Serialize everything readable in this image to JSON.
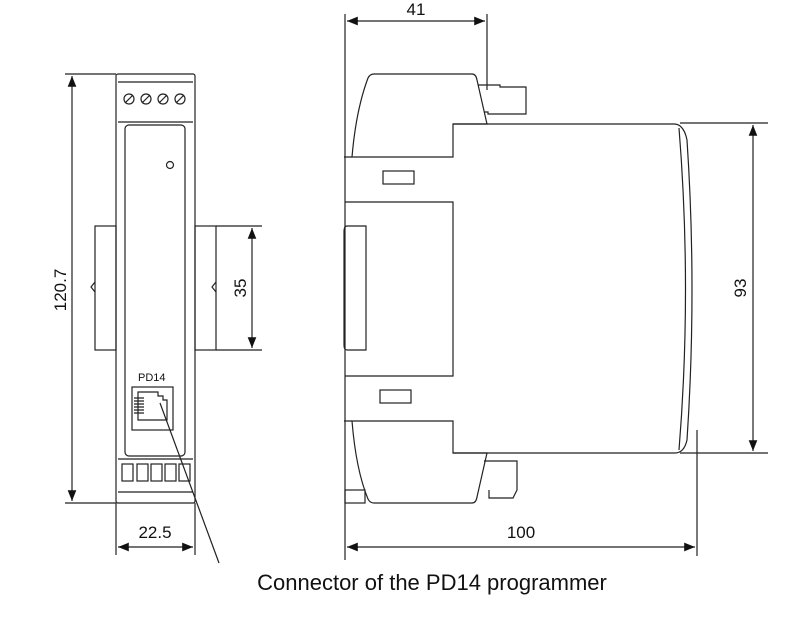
{
  "dimensions": {
    "depth_top": "41",
    "height_total": "120.7",
    "rail_width": "35",
    "module_width": "22.5",
    "depth_total": "100",
    "body_height": "93"
  },
  "front_view": {
    "connector_label": "PD14"
  },
  "caption": "Connector of the PD14 programmer"
}
